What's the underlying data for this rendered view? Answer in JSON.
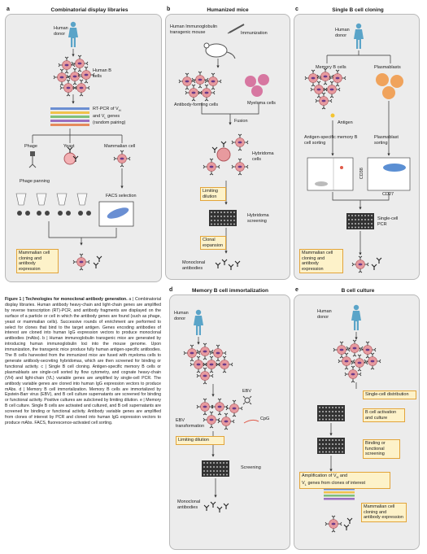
{
  "panel_a": {
    "letter": "a",
    "title": "Combinatorial display libraries",
    "human_donor": "Human donor",
    "human_b_cells": "Human B cells",
    "rtpcr": "RT-PCR of V",
    "rtpcr_sub": "H",
    "vl_genes": "and V",
    "vl_sub": "L",
    "genes_word": "genes",
    "random_pairing": "(random pairing)",
    "phage": "Phage",
    "yeast": "Yeast",
    "mammalian_cell": "Mammalian cell",
    "phage_panning": "Phage panning",
    "facs_selection": "FACS selection",
    "box_text": "Mammalian cell cloning and antibody expression"
  },
  "panel_b": {
    "letter": "b",
    "title": "Humanized mice",
    "mouse_label": "Human Immunoglobulin transgenic mouse",
    "immunization": "Immunization",
    "antibody_forming": "Antibody-forming cells",
    "myeloma": "Myeloma cells",
    "fusion": "Fusion",
    "hybridoma": "Hybridoma cells",
    "limiting_dilution": "Limiting dilution",
    "hybridoma_screening": "Hybridoma screening",
    "clonal_expansion": "Clonal expansion",
    "monoclonal": "Monoclonal antibodies"
  },
  "panel_c": {
    "letter": "c",
    "title": "Single B cell cloning",
    "human_donor": "Human donor",
    "memory_b": "Memory B cells",
    "plasmablasts": "Plasmablasts",
    "antigen": "Antigen",
    "antigen_sorting": "Antigen-specific memory B cell sorting",
    "plasmablast_sorting": "Plasmablast sorting",
    "cd38": "CD38",
    "cd27": "CD27",
    "single_pcr": "Single-cell PCR",
    "box_text": "Mammalian cell cloning and antibody expression"
  },
  "panel_d": {
    "letter": "d",
    "title": "Memory B cell immortalization",
    "human_donor": "Human donor",
    "ebv": "EBV",
    "cpg": "CpG",
    "ebv_transformation": "EBV transformation",
    "limiting_dilution": "Limiting dilution",
    "screening": "Screening",
    "monoclonal": "Monoclonal antibodies"
  },
  "panel_e": {
    "letter": "e",
    "title": "B cell culture",
    "human_donor": "Human donor",
    "single_cell": "Single-cell distribution",
    "activation": "B cell activation and culture",
    "binding": "Binding or functional screening",
    "amplification": "Amplification of V",
    "amp_h": "H",
    "amp_and": "and",
    "amp_v": "V",
    "amp_l": "L",
    "amp_tail": "genes from clones of interest",
    "box_text": "Mammalian cell cloning and antibody expression"
  },
  "caption": {
    "fig": "Figure 1 | Technologies for monoclonal antibody generation.",
    "body": "a | Combinatorial display libraries. Human antibody heavy-chain and light-chain genes are amplified by reverse transcription (RT)-PCR, and antibody fragments are displayed on the surface of a particle or cell in which the antibody genes are found (such as phage, yeast or mammalian cells). Successive rounds of enrichment are performed to select for clones that bind to the target antigen. Genes encoding antibodies of interest are cloned into human IgG expression vectors to produce monoclonal antibodies (mAbs). b | Human immunoglobulin transgenic mice are generated by introducing human immunoglobulin loci into the mouse genome. Upon immunization, the transgenic mice produce fully human antigen-specific antibodies. The B cells harvested from the immunized mice are fused with myeloma cells to generate antibody-secreting hybridomas, which are then screened for binding or functional activity. c | Single B cell cloning. Antigen-specific memory B cells or plasmablasts are single-cell sorted by flow cytometry, and cognate heavy-chain (VH) and light-chain (VL) variable genes are amplified by single-cell PCR. The antibody variable genes are cloned into human IgG expression vectors to produce mAbs. d | Memory B cell immortalization. Memory B cells are immortalized by Epstein-Barr virus (EBV), and B cell culture supernatants are screened for binding or functional activity. Positive cultures are subcloned by limiting dilution. e | Memory B cell culture. Single B cells are activated and cultured, and B cell supernatants are screened for binding or functional activity. Antibody variable genes are amplified from clones of interest by PCR and cloned into human IgG expression vectors to produce mAbs. FACS, fluorescence-activated cell sorting."
  },
  "colors": {
    "panel_bg": "#ececec",
    "cell_pink": "#e79a9e",
    "box_fill": "#fdf2c9",
    "box_border": "#e2a43a",
    "human_blue": "#5aa4c8"
  }
}
